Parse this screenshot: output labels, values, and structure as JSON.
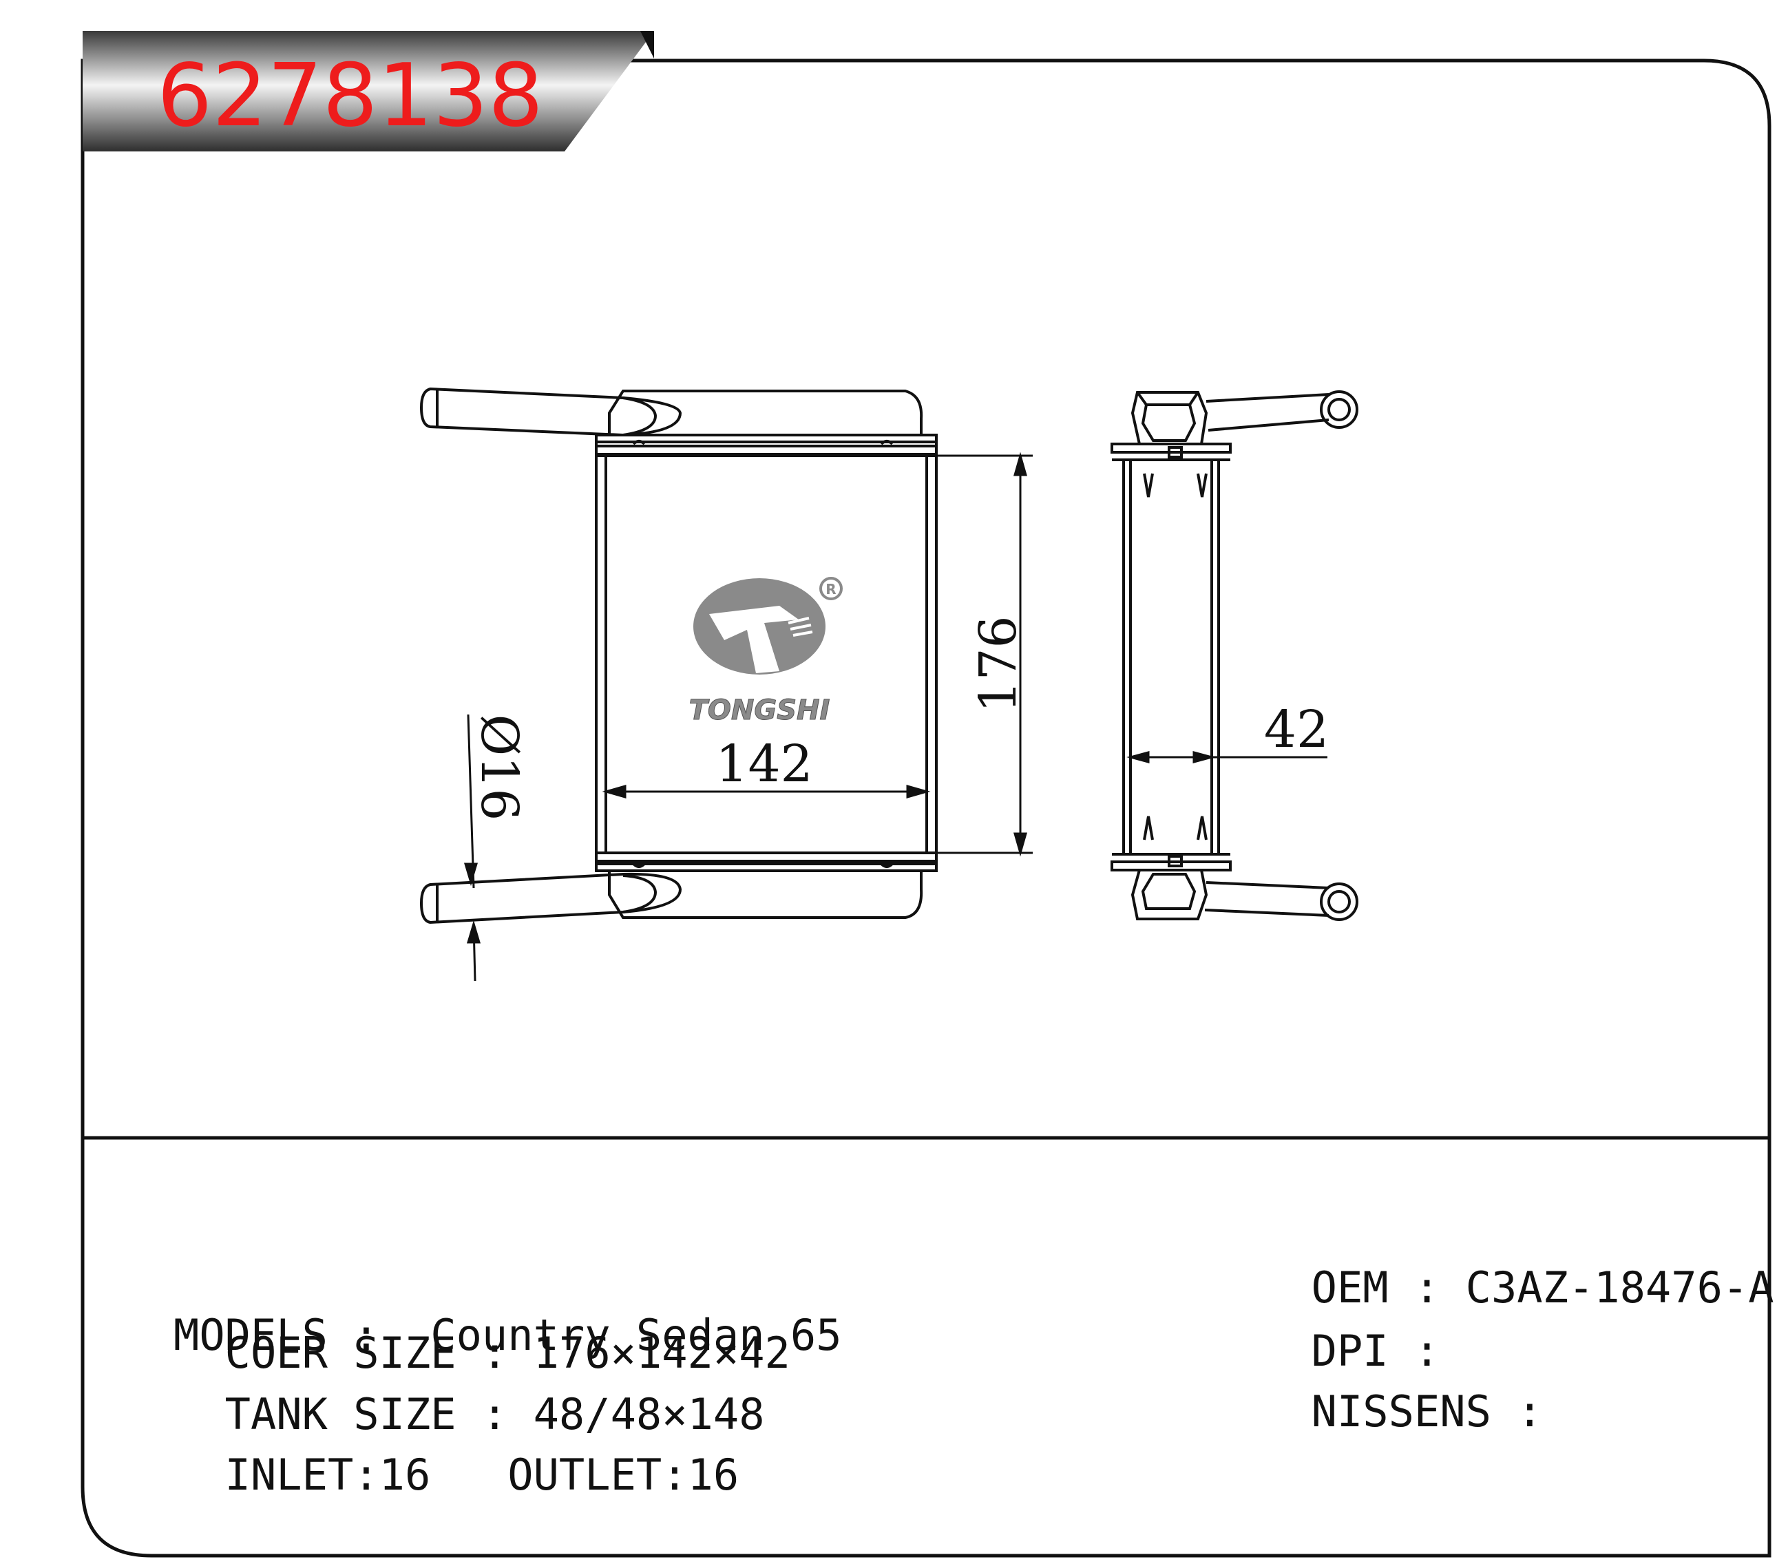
{
  "part_number": "6278138",
  "logo": {
    "brand": "TONGSHI",
    "registered_mark": "®"
  },
  "dimensions": {
    "core_height": "176",
    "core_width": "142",
    "core_depth": "42",
    "pipe_diameter": "Ø16"
  },
  "specs_left": [
    {
      "label": "MODELS :  ",
      "value": "Country Sedan 65"
    },
    {
      "label": "COER SIZE : ",
      "value": "176×142×42"
    },
    {
      "label": "TANK SIZE : ",
      "value": "48/48×148"
    },
    {
      "label": "INLET:16   ",
      "value": "OUTLET:16"
    }
  ],
  "specs_right": [
    {
      "label": "OEM : ",
      "value": "C3AZ-18476-A"
    },
    {
      "label": "DPI : ",
      "value": ""
    },
    {
      "label": "NISSENS : ",
      "value": ""
    }
  ],
  "colors": {
    "title_red": "#ee1c1c",
    "banner_dark": "#3a3a3a",
    "banner_light": "#f2f2f2",
    "logo_gray": "#8a8a8a",
    "line": "#111111"
  }
}
